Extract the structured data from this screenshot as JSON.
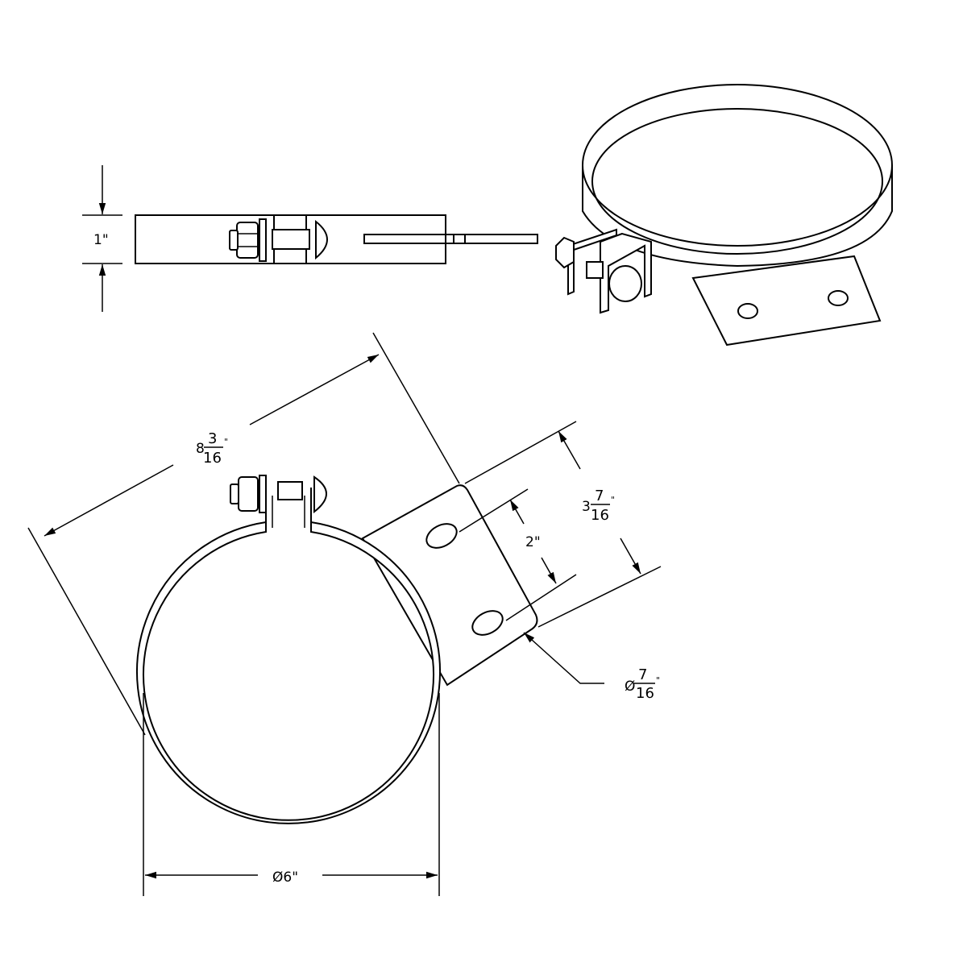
{
  "dimensions": {
    "width_side": {
      "whole": "",
      "num": "",
      "den": "",
      "text": "1\""
    },
    "overall_length": {
      "whole": "8",
      "num": "3",
      "den": "16",
      "unit": "\""
    },
    "bracket_width": {
      "whole": "3",
      "num": "7",
      "den": "16",
      "unit": "\""
    },
    "hole_spacing": {
      "text": "2\""
    },
    "hole_diameter": {
      "prefix": "Ø",
      "num": "7",
      "den": "16",
      "unit": "\""
    },
    "clamp_diameter": {
      "text": "Ø6\""
    }
  },
  "colors": {
    "line": "#000000",
    "background": "#ffffff"
  }
}
